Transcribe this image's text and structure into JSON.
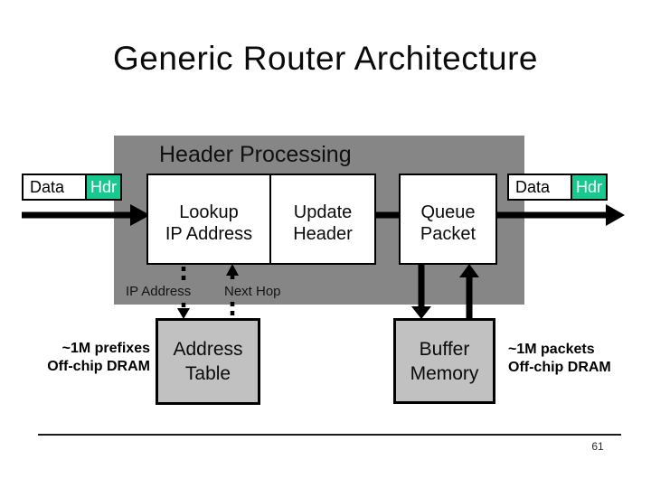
{
  "slide": {
    "title": "Generic Router Architecture",
    "page_number": "61"
  },
  "panel": {
    "title": "Header Processing"
  },
  "packet_in": {
    "data": "Data",
    "hdr": "Hdr"
  },
  "packet_out": {
    "data": "Data",
    "hdr": "Hdr"
  },
  "boxes": {
    "lookup": {
      "line1": "Lookup",
      "line2": "IP Address"
    },
    "update": {
      "line1": "Update",
      "line2": "Header"
    },
    "queue": {
      "line1": "Queue",
      "line2": "Packet"
    },
    "address_table": {
      "line1": "Address",
      "line2": "Table"
    },
    "buffer_memory": {
      "line1": "Buffer",
      "line2": "Memory"
    }
  },
  "table_io_labels": {
    "ip_address": "IP Address",
    "next_hop": "Next Hop"
  },
  "notes": {
    "address_table": {
      "line1": "~1M prefixes",
      "line2": "Off-chip DRAM"
    },
    "buffer_memory": {
      "line1": "~1M packets",
      "line2": "Off-chip DRAM"
    }
  },
  "colors": {
    "hdr_teal": "#19C891",
    "panel_gray": "#868686",
    "box_gray": "#C1C1C1",
    "ink": "#0B0B0B"
  }
}
